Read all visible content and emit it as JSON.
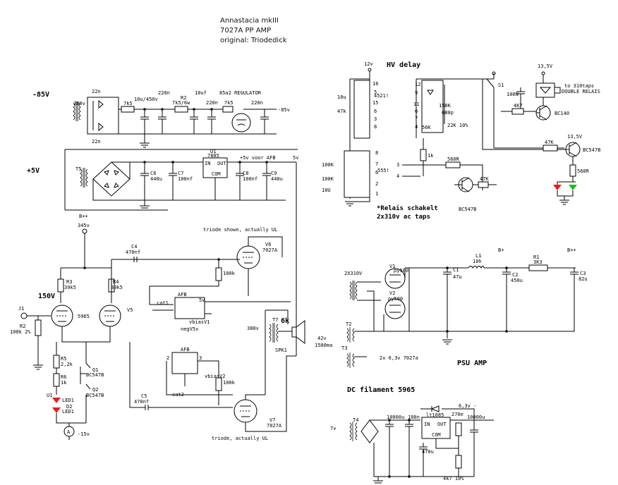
{
  "header": {
    "line1": "Annastacia mkIII",
    "line2": "7027A PP AMP",
    "line3": "original: Triodedick"
  },
  "sections": {
    "neg85": "-85V",
    "plus5": "+5V",
    "v150": "150V",
    "hv_delay": "HV delay",
    "psu_amp": "PSU AMP",
    "dc_filament": "DC filament 5965"
  },
  "notes": {
    "relais1": "*Relais schakelt",
    "relais2": "2x310v ac taps",
    "triode_shown": "triode shown, actually UL",
    "triode_ul": "triode, actually UL"
  },
  "labels": {
    "l_22a": "22n",
    "l_22b": "22n",
    "l_280v": "280v",
    "l_7k5a": "7k5",
    "l_10u450": "10u/450v",
    "l_220n_a": "220n",
    "l_r2": "R2",
    "l_7k56w": "7k5/6w",
    "l_10uf": "10uf",
    "l_220n_b": "220n",
    "l_7k5b": "7k5",
    "l_220n_c": "220n",
    "l_85a2": "85a2 REGULATOR",
    "l_neg85v": "-85v",
    "l_t5": "T5",
    "l_c6": "C6",
    "l_c6v": "440u",
    "l_c7": "C7",
    "l_c7v": "100nf",
    "l_u1": "U1",
    "l_7805": "7805",
    "l_in": "IN",
    "l_out": "OUT",
    "l_com": "COM",
    "l_c8": "C8",
    "l_c8v": "100nf",
    "l_c9": "C9",
    "l_c9v": "440u",
    "l_5vafb": "+5v voor AFB",
    "l_5v": "5v",
    "l_bpp": "B++",
    "l_345v": "345v",
    "l_r3": "R3",
    "l_r3v": "39k5",
    "l_r4": "R4",
    "l_r4v": "39k5",
    "l_j1": "J1",
    "l_r2b": "R2",
    "l_r2bv": "100k 2%",
    "l_5965": "5965",
    "l_v5": "V5",
    "l_c4": "C4",
    "l_c4v": "470nf",
    "l_v6": "V6",
    "l_v6t": "7027A",
    "l_100k_a": "100k",
    "l_afb_a": "AFB",
    "l_5va": "5v",
    "l_cat1": "cat1",
    "l_vbias1": "vbiasV1",
    "l_negv5": "negV5v",
    "l_380v": "380v",
    "l_t7": "T7",
    "l_6k": "6k",
    "l_spk1": "SPK1",
    "l_r5": "R5",
    "l_r5v": "2,2k",
    "l_r6": "R6",
    "l_r6v": "1k",
    "l_q1": "Q1",
    "l_q1v": "BC547B",
    "l_q2": "Q2",
    "l_q2v": "BC547B",
    "l_d1": "U1",
    "l_d1v": "LED1",
    "l_d2": "D2",
    "l_d2v": "LED1",
    "l_15v": "-15v",
    "l_afb_b": "AFB",
    "l_2": "2",
    "l_3": "3",
    "l_vbias2": "vbiasV2",
    "l_cat2": "cat2",
    "l_100k_b": "100k",
    "l_c5": "C5",
    "l_c5v": "470nf",
    "l_v7": "V7",
    "l_v7t": "7027A",
    "l_12v": "12v",
    "l_10u": "10u",
    "l_47k": "47k",
    "l_4521": "4521!",
    "l_100k_b1": "100K",
    "l_100k_b2": "100K",
    "l_10u_b": "10U",
    "l_555": "555!",
    "l_150k": "150K",
    "l_680p": "680p",
    "l_56k": "56K",
    "l_22k": "22K 10%",
    "l_1k": "1k",
    "l_560r_a": "560R",
    "l_47k_b": "47K",
    "l_bc547b_a": "BC547B",
    "l_s1": "S1",
    "l_100n": "100N",
    "l_4k7": "4K7",
    "l_bc140": "BC140",
    "l_135v_a": "13,5V",
    "l_310": "to 310taps",
    "l_double": "DOUBLE RELAIS",
    "l_135v_b": "13,5V",
    "l_47k_c": "47K",
    "l_bc547b_b": "BC547B",
    "l_560r_b": "560R",
    "l_2x310": "2X310V",
    "l_v1": "V1",
    "l_py500a": "py500",
    "l_v2": "V2",
    "l_py500b": "py500",
    "l_c1": "C1",
    "l_c1v": "47u",
    "l_l1": "L1",
    "l_10h": "10h",
    "l_bp": "B+",
    "l_c2": "C2",
    "l_c2v": "450u",
    "l_r1": "R1",
    "l_r1v": "3K3",
    "l_bpp2": "B++",
    "l_c3": "C3",
    "l_c3v": "82u",
    "l_t2": "T2",
    "l_t3": "T3",
    "l_42v": "42v",
    "l_1500ma": "1500ma",
    "l_2x63": "2x 6,3v 7027a",
    "l_t4": "T4",
    "l_7v": "7v",
    "l_10000a": "10000u",
    "l_100n_b": "100n",
    "l_lt1085": "lt1085",
    "l_in_b": "IN",
    "l_out_b": "OUT",
    "l_com_b": "COM",
    "l_63v": "6,3v -",
    "l_270e": "270e",
    "l_10000b": "10000u",
    "l_470u": "470u",
    "l_4k7_b": "4k7 10%"
  },
  "pins": [
    "16",
    "5",
    "15",
    "6",
    "3",
    "8",
    "8",
    "7",
    "6",
    "2",
    "1",
    "12",
    "9",
    "11",
    "6",
    "7",
    "4",
    "3",
    "4",
    "1",
    "2",
    "3",
    "4"
  ],
  "icons": [
    "transformer-icon",
    "bridge-rectifier-icon",
    "triode-tube-icon",
    "regulator-tube-icon",
    "speaker-icon",
    "relay-icon",
    "led-icon",
    "meter-icon",
    "ground-icon",
    "switch-icon"
  ]
}
